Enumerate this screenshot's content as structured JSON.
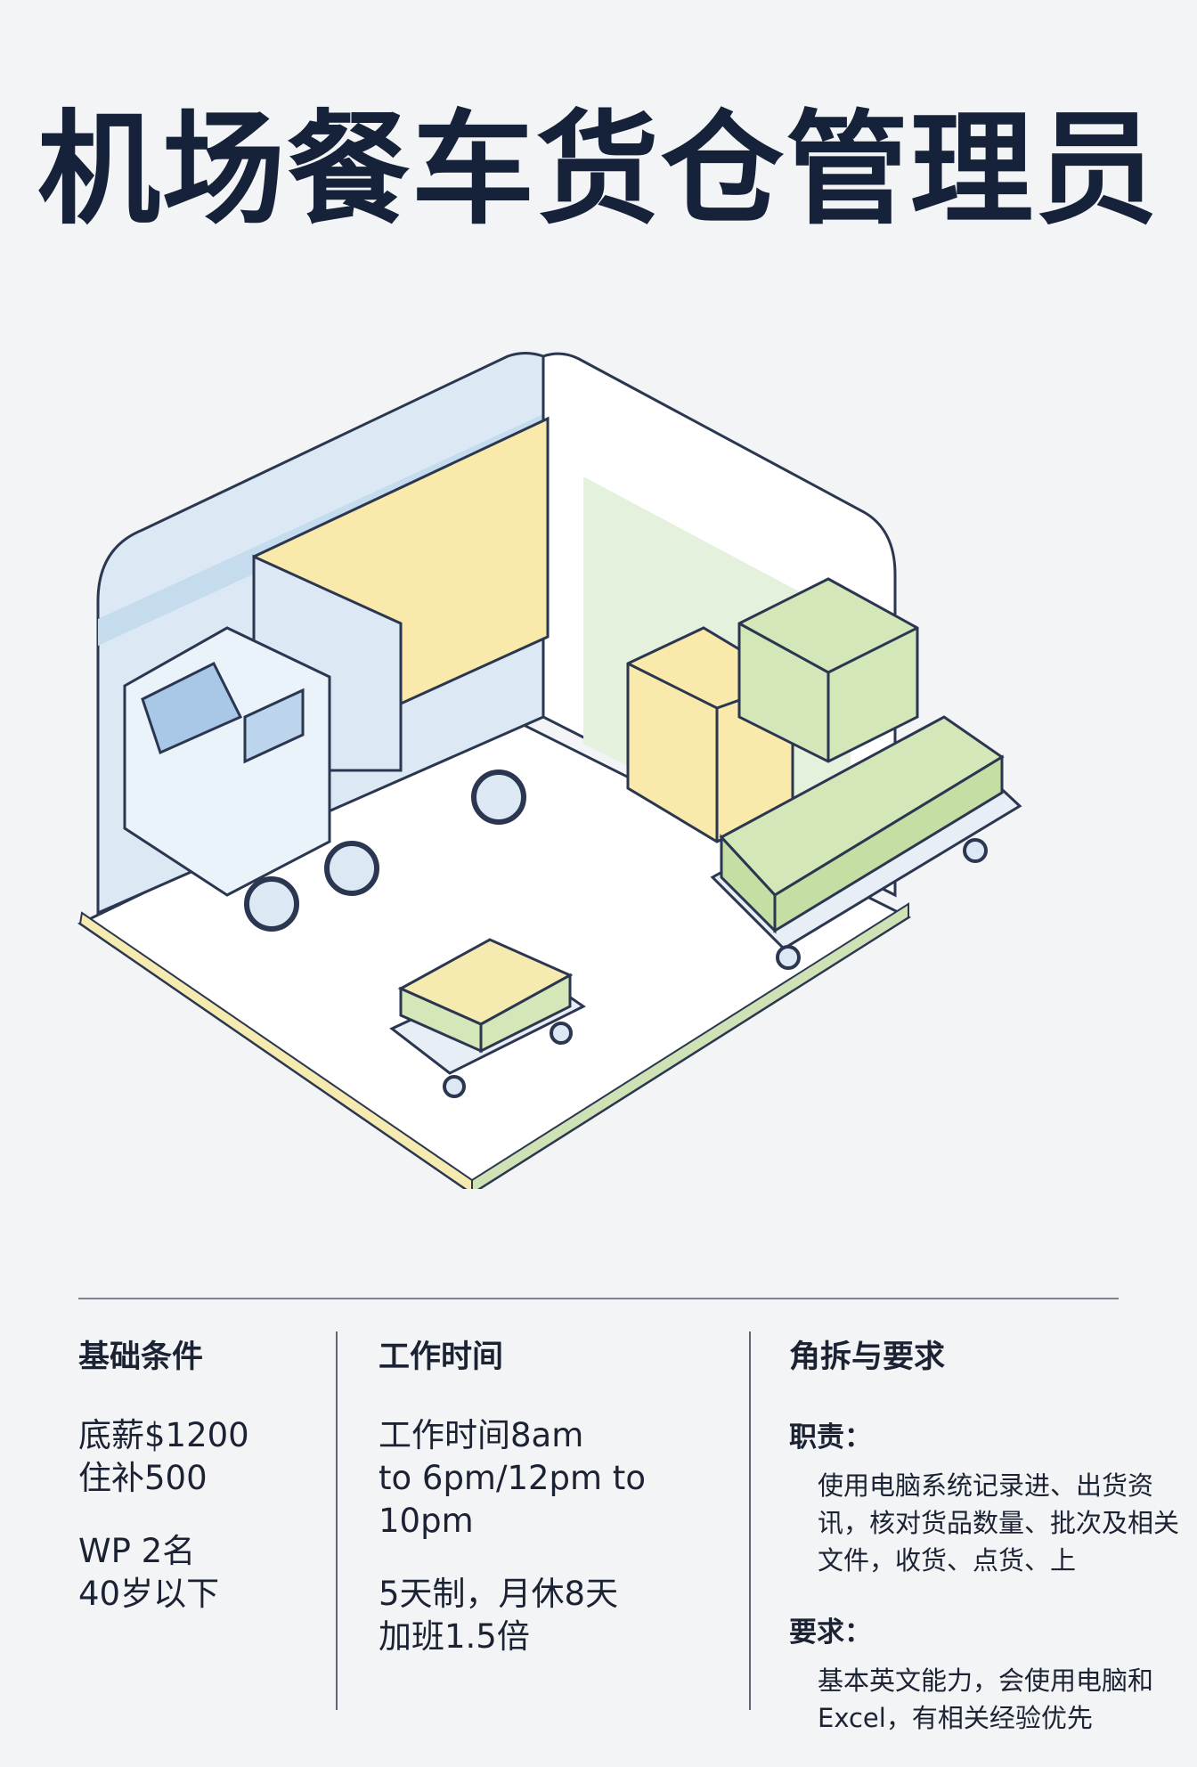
{
  "title": "机场餐车货仓管理员",
  "columns": [
    {
      "heading": "基础条件",
      "lines": [
        "底薪$1200",
        "住补500",
        "WP 2名",
        "40岁以下"
      ]
    },
    {
      "heading": "工作时间",
      "lines": [
        "工作时间8am",
        "to 6pm/12pm to 10pm",
        "5天制，月休8天",
        "加班1.5倍"
      ]
    },
    {
      "heading": "角拆与要求",
      "duty_label": "职责：",
      "duty_text": "使用电脑系统记录进、出货资讯，核对货品数量、批次及相关文件，收货、点货、上",
      "req_label": "要求：",
      "req_text": "基本英文能力，会使用电脑和Excel，有相关经验优先"
    }
  ],
  "colors": {
    "title": "#16223a",
    "wall_blue": "#dce9f5",
    "cargo_yellow": "#f9e9aa",
    "cargo_green": "#d4e7b8"
  }
}
